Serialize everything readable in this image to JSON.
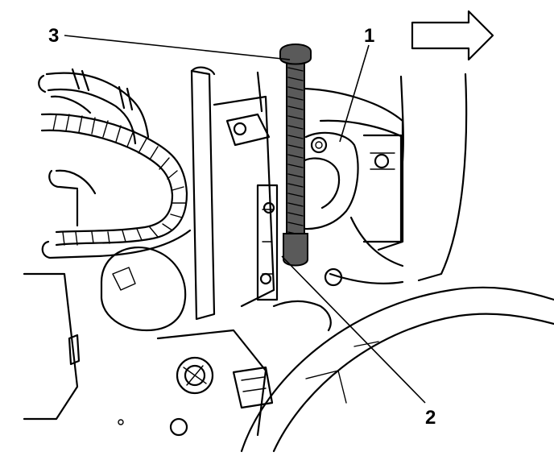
{
  "diagram": {
    "callouts": [
      {
        "id": "callout-1",
        "label": "1"
      },
      {
        "id": "callout-2",
        "label": "2"
      },
      {
        "id": "callout-3",
        "label": "3"
      }
    ],
    "icons": {
      "direction_arrow": "forward-arrow-icon"
    },
    "colors": {
      "ink": "#000000",
      "background": "#ffffff"
    }
  }
}
